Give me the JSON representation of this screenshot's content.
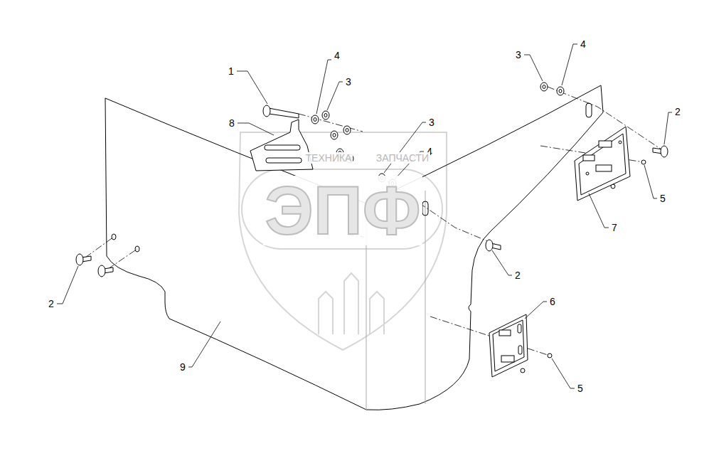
{
  "diagram": {
    "labels": [
      "1",
      "4",
      "3",
      "8",
      "3",
      "4",
      "2",
      "3",
      "4",
      "5",
      "7",
      "2",
      "2",
      "6",
      "9",
      "5",
      "ТЕХНИКА",
      "ЗАПЧАСТИ",
      "ЭПФ"
    ]
  }
}
